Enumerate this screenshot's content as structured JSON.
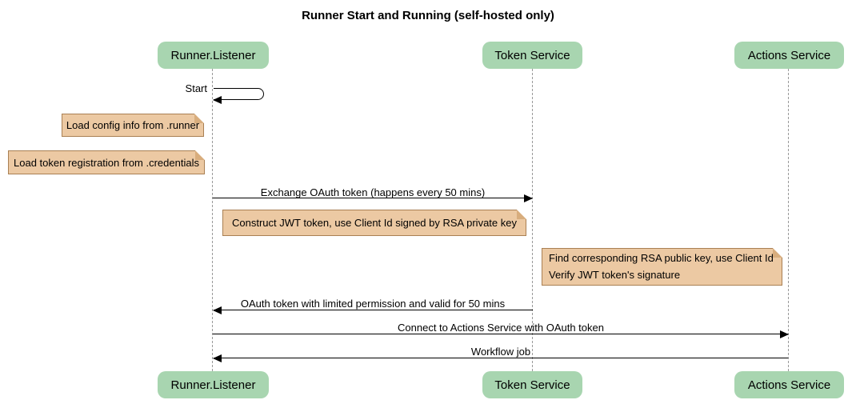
{
  "title": "Runner Start and Running (self-hosted only)",
  "actors": [
    {
      "id": "runner-listener",
      "label": "Runner.Listener"
    },
    {
      "id": "token-service",
      "label": "Token Service"
    },
    {
      "id": "actions-service",
      "label": "Actions Service"
    }
  ],
  "messages": [
    {
      "type": "self",
      "from": "runner-listener",
      "to": "runner-listener",
      "label": "Start"
    },
    {
      "type": "arrow",
      "from": "runner-listener",
      "to": "token-service",
      "label": "Exchange OAuth token (happens every 50 mins)"
    },
    {
      "type": "arrow",
      "from": "token-service",
      "to": "runner-listener",
      "label": "OAuth token with limited permission and valid for 50 mins"
    },
    {
      "type": "arrow",
      "from": "runner-listener",
      "to": "actions-service",
      "label": "Connect to Actions Service with OAuth token"
    },
    {
      "type": "arrow",
      "from": "actions-service",
      "to": "runner-listener",
      "label": "Workflow job"
    }
  ],
  "notes": [
    {
      "position": "left-of-runner-listener",
      "text": "Load config info from .runner"
    },
    {
      "position": "left-of-runner-listener",
      "text": "Load token registration from .credentials"
    },
    {
      "position": "runner-to-token",
      "text": "Construct JWT token, use Client Id signed by RSA private key"
    },
    {
      "position": "left-of-actions-service",
      "text": "Find corresponding RSA public key, use Client Id\nVerify JWT token's signature"
    }
  ],
  "colors": {
    "actor_fill": "#a8d5b0",
    "note_fill": "#ecc9a3",
    "note_border": "#a98053",
    "note_fold": "#d8ad7d",
    "lifeline": "#999999",
    "arrow": "#000000"
  }
}
